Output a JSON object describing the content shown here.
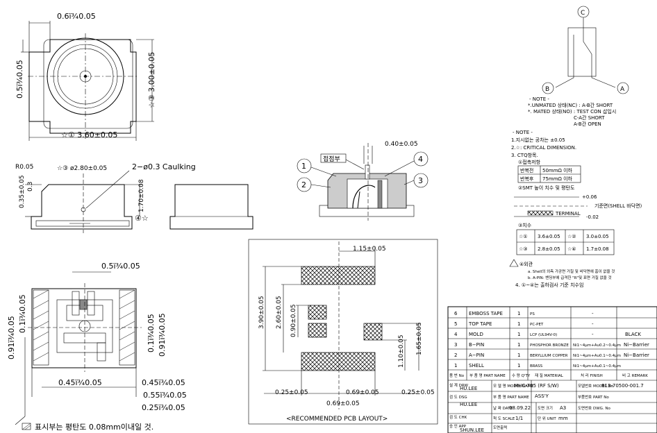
{
  "top_view": {
    "dim_top": "0.6ï¾0.05",
    "dim_left": "0.5ï¾0.05",
    "dim_right": "☆③ 3.00±0.05",
    "dim_bottom": "☆① 3.60±0.05"
  },
  "side_view": {
    "r_label": "R0.05",
    "dia_label": "☆③ ø2.80±0.05",
    "caulk_label": "2−ø0.3  Caulking",
    "dim_035": "0.35±0.05",
    "dim_03": "0.3",
    "dim_170": "1.70±0.08",
    "star4": "④☆"
  },
  "section": {
    "contact_label": "접점부",
    "dim_040": "0.40±0.05",
    "n1": "1",
    "n2": "2",
    "n3": "3",
    "n4": "4"
  },
  "schematic": {
    "c": "C",
    "b": "B",
    "a": "A",
    "note_title": "- NOTE -",
    "note1": "*.UNMATED 상태(NC) : A-B간 SHORT",
    "note2": "*.  MATED 상태(NO) : TEST CON 삽입시",
    "note3": "C-A간 SHORT",
    "note4": "A-B간 OPEN"
  },
  "notes": {
    "title": "- NOTE -",
    "l1": "1.지시없는 공차는 ±0.05",
    "l2": "2.☆: CRITICAL DIMENSION.",
    "l3": "3. CTQ항목.",
    "l4": "①접촉저항",
    "r1a": "반복전",
    "r1b": "50mmΩ 이하",
    "r2a": "반복후",
    "r2b": "75mmΩ 이하",
    "l5": "②SMT 높이 치수 및 평탄도",
    "plus": "+0.06",
    "ref": "기준면(SHELL 바닥면)",
    "terminal": "TERMINAL",
    "minus": "-0.02",
    "l6": "③치수",
    "t1a": "☆①",
    "t1b": "3.6±0.05",
    "t1c": "☆②",
    "t1d": "3.0±0.05",
    "t2a": "☆③",
    "t2b": "2.8±0.05",
    "t2c": "☆④",
    "t2d": "1.7±0.08",
    "l7": "④외관",
    "l7a": "a. Shell의 외측 가공면 거칠 및 비닥면에 흠이 없을 것",
    "l7b": "b. A-PIN: 밴딩부에 급격한 \"R\"및 표면 거칠 없을 것",
    "l8": "4. ①~④는 출하검사 기준 치수임"
  },
  "bottom_view": {
    "dim_top": "0.5ï¾0.05",
    "dim_l1": "0.91ï¾0.05",
    "dim_l2": "0.1ï¾0.05",
    "dim_r1": "0.1ï¾0.05",
    "dim_r2": "0.91ï¾0.05",
    "dim_b1": "0.45ï¾0.05",
    "dim_b2": "0.45ï¾0.05",
    "dim_b3": "0.55ï¾0.05",
    "dim_b4": "0.25ï¾0.05",
    "footnote": "표시부는  평탄도  0.08mm이내일  것."
  },
  "pcb": {
    "title": "<RECOMMENDED PCB LAYOUT>",
    "d115": "1.15±0.05",
    "d390": "3.90±0.05",
    "d260": "2.60±0.05",
    "d090": "0.90±0.05",
    "d110": "1.10±0.05",
    "d165": "1.65±0.05",
    "d025a": "0.25±0.05",
    "d069a": "0.69±0.05",
    "d025b": "0.25±0.05",
    "d069b": "0.69±0.05"
  },
  "bom": {
    "rows": [
      {
        "no": "6",
        "name": "EMBOSS TAPE",
        "qty": "1",
        "mat": "PS",
        "fin": "-",
        "rem": ""
      },
      {
        "no": "5",
        "name": "TOP TAPE",
        "qty": "1",
        "mat": "PC-PET",
        "fin": "-",
        "rem": ""
      },
      {
        "no": "4",
        "name": "MOLD",
        "qty": "1",
        "mat": "LCP (UL94V-0)",
        "fin": "-",
        "rem": "BLACK"
      },
      {
        "no": "3",
        "name": "B−PIN",
        "qty": "1",
        "mat": "PHOSPHOR BRONZE",
        "fin": "Ni1~4μm+Au0.2~0.4μm",
        "rem": "Ni−Barrier"
      },
      {
        "no": "2",
        "name": "A−PIN",
        "qty": "1",
        "mat": "BERYLLIUM COPPER",
        "fin": "Ni1~4μm+Au0.1~0.4μm",
        "rem": "Ni−Barrier"
      },
      {
        "no": "1",
        "name": "SHELL",
        "qty": "1",
        "mat": "BRASS",
        "fin": "Ni1~4μm+Au0.1~0.4μm",
        "rem": ""
      }
    ],
    "h_no": "품 번 No",
    "h_name": "부 품 명 PART NAME",
    "h_qty": "수 량 Q'TY",
    "h_mat": "재 질 MATERIAL",
    "h_fin": "처 리 FINISH",
    "h_rem": "비 고 REMARK"
  },
  "title_block": {
    "drw_label": "설 계 DRW",
    "drw": "HU.LEE",
    "dsg_label": "검 도 DSG",
    "dsg": "HU.LEE",
    "chk_label": "검 도 CHK",
    "app_label": "승 인 APP",
    "app": "SHUN.LEE",
    "model_label": "모 델 명 MODEL NAME",
    "model": "MHC-705 (RF S/W)",
    "model_no_label": "모델번호 MODEL No",
    "model_no": "613-70500-001.7",
    "part_label": "부 품 명 PART NAME",
    "part": "ASS'Y",
    "part_no_label": "부품번호 PART No",
    "date_label": "날 짜 DATE",
    "date": "08.09.22",
    "size_label": "도면 크기",
    "size": "A3",
    "dwg_label": "도면번호 DWG. No",
    "scale_label": "척 도 SCALE",
    "scale": "1/1",
    "unit_label": "단 위 UNIT",
    "unit": "mm",
    "proj_label": "도면출력"
  }
}
